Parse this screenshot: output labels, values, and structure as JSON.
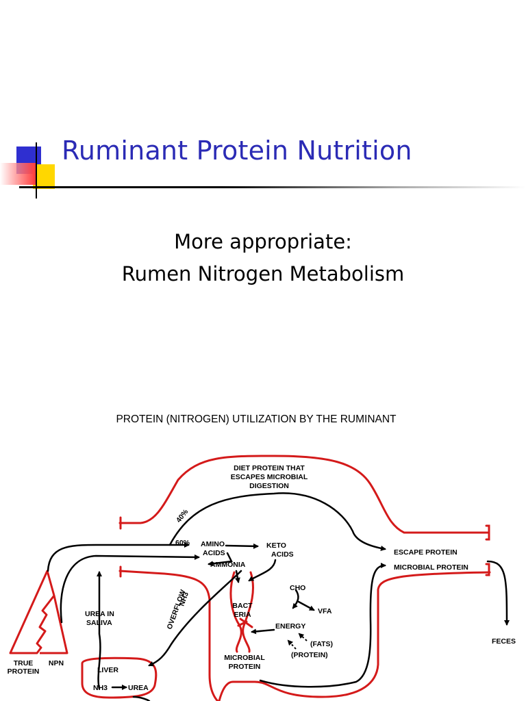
{
  "slide": {
    "title": "Ruminant Protein Nutrition",
    "subtitle_line1": "More appropriate:",
    "subtitle_line2": "Rumen Nitrogen Metabolism"
  },
  "colors": {
    "title": "#2b2bb5",
    "deco_blue": "#2f2fd0",
    "deco_yellow": "#ffd700",
    "deco_red": "#ff3b3b",
    "diagram_red": "#d41a1a"
  },
  "diagram": {
    "title": "PROTEIN (NITROGEN) UTILIZATION BY THE RUMINANT",
    "escape_note": [
      "DIET PROTEIN THAT",
      "ESCAPES MICROBIAL",
      "DIGESTION"
    ],
    "pct_40": "40%",
    "pct_60": "60%",
    "amino_acids": [
      "AMINO",
      "ACIDS"
    ],
    "keto_acids": [
      "KETO",
      "ACIDS"
    ],
    "ammonia": "AMMONIA",
    "escape_protein": "ESCAPE PROTEIN",
    "microbial_protein_out": "MICROBIAL PROTEIN",
    "feces": "FECES",
    "cho": "CHO",
    "vfa": "VFA",
    "energy": "ENERGY",
    "fats": "(FATS)",
    "protein_paren": "(PROTEIN)",
    "bacteria": [
      "BACT",
      "ERIA"
    ],
    "microbial_protein": [
      "MICROBIAL",
      "PROTEIN"
    ],
    "overflow": "OVERFLOW",
    "nh3": "NH3",
    "urea_saliva": [
      "UREA IN",
      "SALIVA"
    ],
    "liver": "LIVER",
    "nh3_urea_left": "NH3",
    "nh3_urea_right": "UREA",
    "true_protein": [
      "TRUE",
      "PROTEIN"
    ],
    "npn": "NPN"
  }
}
